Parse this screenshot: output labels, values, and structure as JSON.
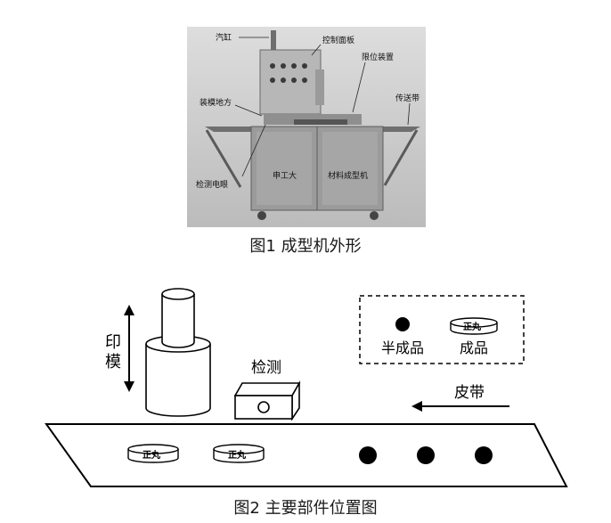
{
  "figure1": {
    "caption": "图1 成型机外形",
    "labels": {
      "cylinder": "汽缸",
      "control_panel": "控制面板",
      "limit_device": "限位装置",
      "mold_location": "装模地方",
      "conveyor": "传送带",
      "sensor": "检测电眼",
      "door_left": "申工大",
      "door_right": "材料成型机"
    }
  },
  "figure2": {
    "caption": "图2 主要部件位置图",
    "labels": {
      "stamp_1": "印",
      "stamp_2": "模",
      "detect": "检测",
      "belt": "皮带",
      "semi_product": "半成品",
      "product": "成品",
      "product_mark": "正丸"
    }
  },
  "colors": {
    "line": "#000000",
    "photo_bg": "#cfcfcf",
    "machine": "#8a8a8a"
  }
}
